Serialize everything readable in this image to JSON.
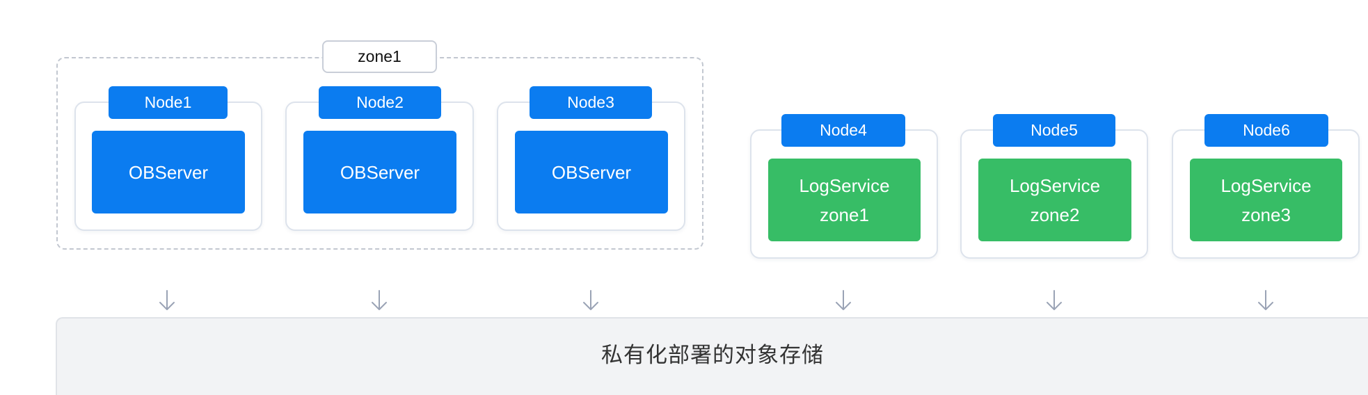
{
  "zone_group": {
    "label": "zone1"
  },
  "nodes": [
    {
      "tag": "Node1",
      "service": [
        "OBServer"
      ]
    },
    {
      "tag": "Node2",
      "service": [
        "OBServer"
      ]
    },
    {
      "tag": "Node3",
      "service": [
        "OBServer"
      ]
    },
    {
      "tag": "Node4",
      "service": [
        "LogService",
        "zone1"
      ]
    },
    {
      "tag": "Node5",
      "service": [
        "LogService",
        "zone2"
      ]
    },
    {
      "tag": "Node6",
      "service": [
        "LogService",
        "zone3"
      ]
    }
  ],
  "storage": {
    "label": "私有化部署的对象存储"
  },
  "colors": {
    "node_tag": "#0b7cf0",
    "observer": "#0b7cf0",
    "logservice": "#37bd66",
    "storage_bg": "#f2f3f5",
    "arrow": "#9aa3b5"
  }
}
